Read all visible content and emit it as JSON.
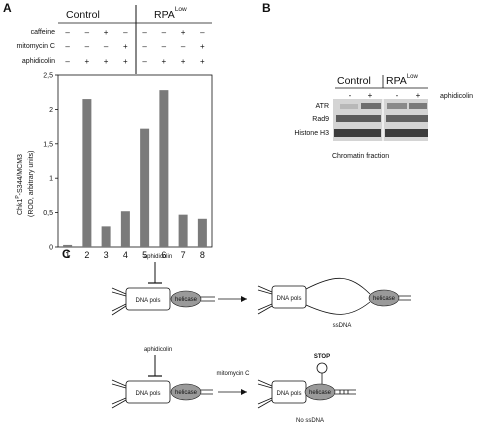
{
  "panels": {
    "a": {
      "letter": "A",
      "groups": [
        {
          "label": "Control",
          "sup": ""
        },
        {
          "label": "RPA",
          "sup": "Low"
        }
      ],
      "conditions": [
        {
          "label": "caffeine",
          "signs": [
            "–",
            "–",
            "+",
            "–",
            "–",
            "–",
            "+",
            "–"
          ]
        },
        {
          "label": "mitomycin C",
          "signs": [
            "–",
            "–",
            "–",
            "+",
            "–",
            "–",
            "–",
            "+"
          ]
        },
        {
          "label": "aphidicolin",
          "signs": [
            "–",
            "+",
            "+",
            "+",
            "–",
            "+",
            "+",
            "+"
          ]
        }
      ]
    },
    "b": {
      "letter": "B",
      "groups": [
        {
          "label": "Control",
          "sup": ""
        },
        {
          "label": "RPA",
          "sup": "Low"
        }
      ],
      "signs": [
        "-",
        "+",
        "-",
        "+"
      ],
      "treatment": "aphidicolin",
      "rows": [
        "ATR",
        "Rad9",
        "Histone H3"
      ],
      "caption": "Chromatin fraction"
    },
    "c": {
      "letter": "C",
      "top": {
        "inhibitor": "aphidicolin",
        "pol": "DNA pols",
        "helicase": "helicase",
        "pol2": "DNA pols",
        "helicase2": "helicase",
        "result": "ssDNA"
      },
      "bottom": {
        "inhibitor": "aphidicolin",
        "pol": "DNA pols",
        "helicase": "helicase",
        "agent": "mitomycin C",
        "pol2": "DNA pols",
        "helicase2": "helicase",
        "stop": "STOP",
        "result": "No ssDNA"
      }
    }
  },
  "chart_data": {
    "type": "bar",
    "categories": [
      "1",
      "2",
      "3",
      "4",
      "5",
      "6",
      "7",
      "8"
    ],
    "values": [
      0.03,
      2.15,
      0.3,
      0.52,
      1.72,
      2.28,
      0.47,
      0.41
    ],
    "ylim": [
      0,
      2.5
    ],
    "yticks": [
      "0",
      "0,5",
      "1",
      "1,5",
      "2",
      "2,5"
    ],
    "ylabel_main": "Chk1",
    "ylabel_sup": "P",
    "ylabel_rest": "-S344/MCM3",
    "ylabel2": "(ROD, arbitrary units)",
    "bar_color": "#7a7a7a"
  }
}
